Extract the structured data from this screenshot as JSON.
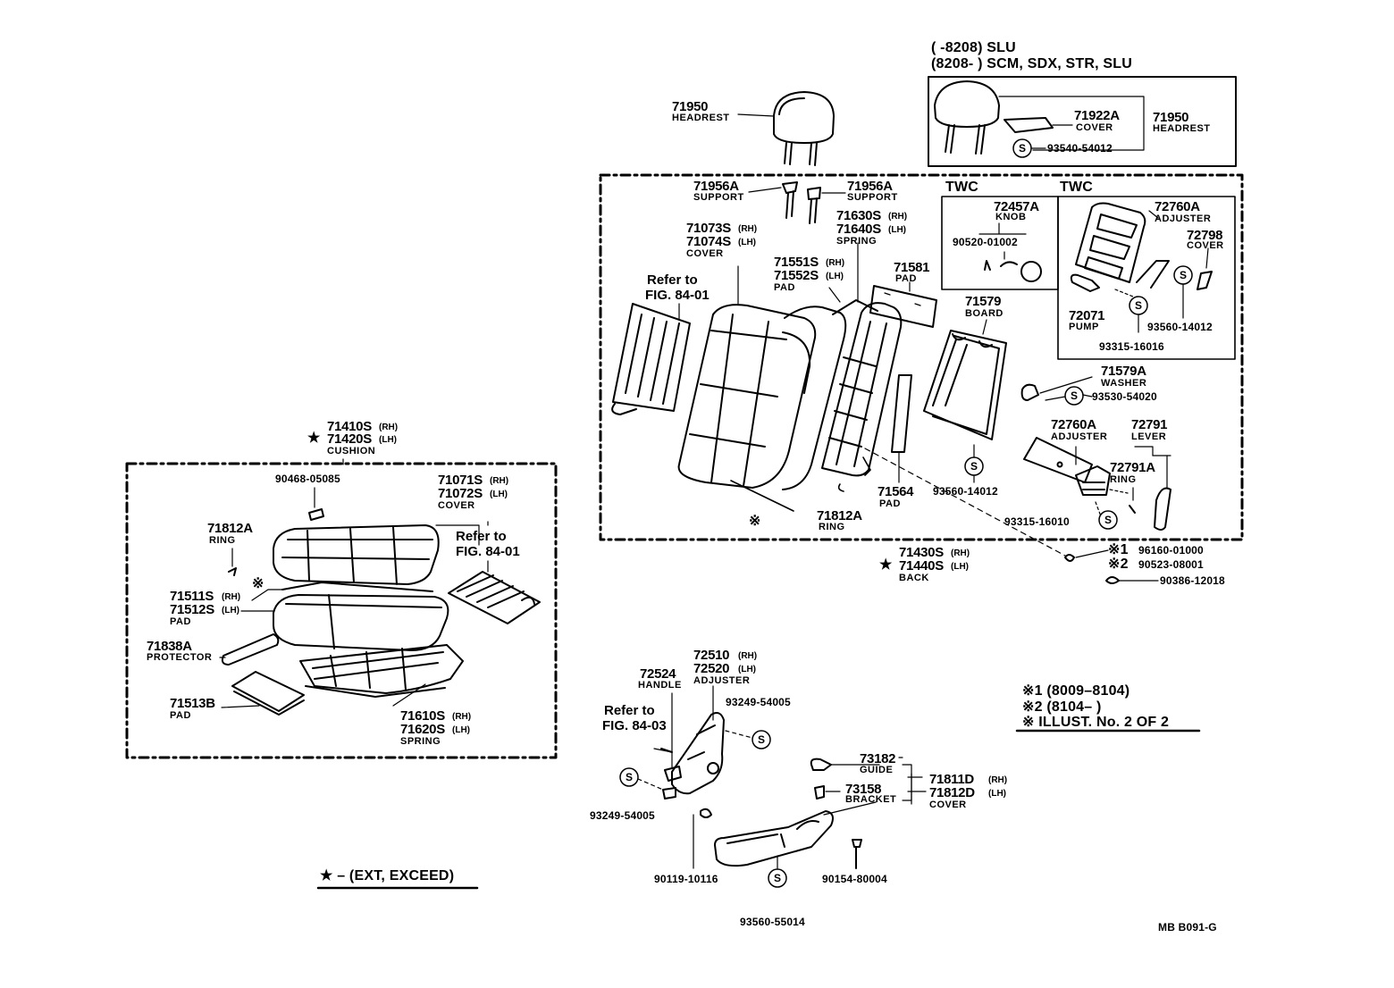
{
  "labels": {
    "slu_range": "(      -8208) SLU",
    "slu_range2": "(8208-        ) SCM, SDX, STR, SLU",
    "p71950_top": "71950",
    "headrest_top": "HEADREST",
    "p71922A": "71922A",
    "cover_71922": "COVER",
    "p71950_box": "71950",
    "headrest_box": "HEADREST",
    "p93540": "93540-54012",
    "p71956A_l": "71956A",
    "support_l": "SUPPORT",
    "p71956A_r": "71956A",
    "support_r": "SUPPORT",
    "twc1": "TWC",
    "twc2": "TWC",
    "p72457A": "72457A",
    "knob": "KNOB",
    "p90520": "90520-01002",
    "p72760A_t": "72760A",
    "adjuster_t": "ADJUSTER",
    "p72798": "72798",
    "cover_72798": "COVER",
    "p72071": "72071",
    "pump": "PUMP",
    "p93560_14012_t": "93560-14012",
    "p93315_16016": "93315-16016",
    "p71073": "71073S",
    "p71074": "71074S",
    "rh1": "(RH)",
    "lh1": "(LH)",
    "cover_back": "COVER",
    "p71630": "71630S",
    "p71640": "71640S",
    "rh2": "(RH)",
    "lh2": "(LH)",
    "spring_back": "SPRING",
    "p71551": "71551S",
    "p71552": "71552S",
    "rh3": "(RH)",
    "lh3": "(LH)",
    "pad_71551": "PAD",
    "p71581": "71581",
    "pad_71581": "PAD",
    "p71579": "71579",
    "board": "BOARD",
    "refer_to_1": "Refer to",
    "fig_8401_1": "FIG. 84-01",
    "p71579A": "71579A",
    "washer": "WASHER",
    "p93530": "93530-54020",
    "p72760A_m": "72760A",
    "adjuster_m": "ADJUSTER",
    "p72791": "72791",
    "lever": "LEVER",
    "p72791A": "72791A",
    "ring_72791A": "RING",
    "p71564": "71564",
    "pad_71564": "PAD",
    "p93560_14012_m": "93560-14012",
    "p71812A_m": "71812A",
    "ring_m": "RING",
    "p93315_16010": "93315-16010",
    "p71430": "71430S",
    "p71440": "71440S",
    "rh4": "(RH)",
    "lh4": "(LH)",
    "back": "BACK",
    "ast1": "※1",
    "ast2": "※2",
    "p96160": "96160-01000",
    "p90523": "90523-08001",
    "p90386": "90386-12018",
    "p71410": "71410S",
    "p71420": "71420S",
    "rh5": "(RH)",
    "lh5": "(LH)",
    "cushion": "CUSHION",
    "p90468": "90468-05085",
    "p71071": "71071S",
    "p71072": "71072S",
    "rh6": "(RH)",
    "lh6": "(LH)",
    "cover_cushion": "COVER",
    "p71812A_l": "71812A",
    "ring_l": "RING",
    "refer_to_2": "Refer to",
    "fig_8401_2": "FIG. 84-01",
    "p71511": "71511S",
    "p71512": "71512S",
    "rh7": "(RH)",
    "lh7": "(LH)",
    "pad_71511": "PAD",
    "p71838A": "71838A",
    "protector": "PROTECTOR",
    "p71513B": "71513B",
    "pad_71513": "PAD",
    "p71610": "71610S",
    "p71620": "71620S",
    "rh8": "(RH)",
    "lh8": "(LH)",
    "spring_cush": "SPRING",
    "star_note": "★ – (EXT, EXCEED)",
    "p72510": "72510",
    "p72520": "72520",
    "rh9": "(RH)",
    "lh9": "(LH)",
    "adjuster_b": "ADJUSTER",
    "p72524": "72524",
    "handle": "HANDLE",
    "p93249_r": "93249-54005",
    "refer_to_3": "Refer to",
    "fig_8403": "FIG. 84-03",
    "p93249_l": "93249-54005",
    "p90119": "90119-10116",
    "p93560_55014": "93560-55014",
    "p73182": "73182",
    "guide": "GUIDE",
    "p73158": "73158",
    "bracket": "BRACKET",
    "p71811D": "71811D",
    "p71812D": "71812D",
    "rh10": "(RH)",
    "lh10": "(LH)",
    "cover_71811D": "COVER",
    "p90154": "90154-80004",
    "note1": "※1 (8009–8104)",
    "note2": "※2 (8104–         )",
    "note3": "※  ILLUST. No. 2 OF 2",
    "fig_code": "MB  B091-G",
    "ast_back": "※",
    "ast_cush": "※",
    "star": "★",
    "s": "S"
  }
}
